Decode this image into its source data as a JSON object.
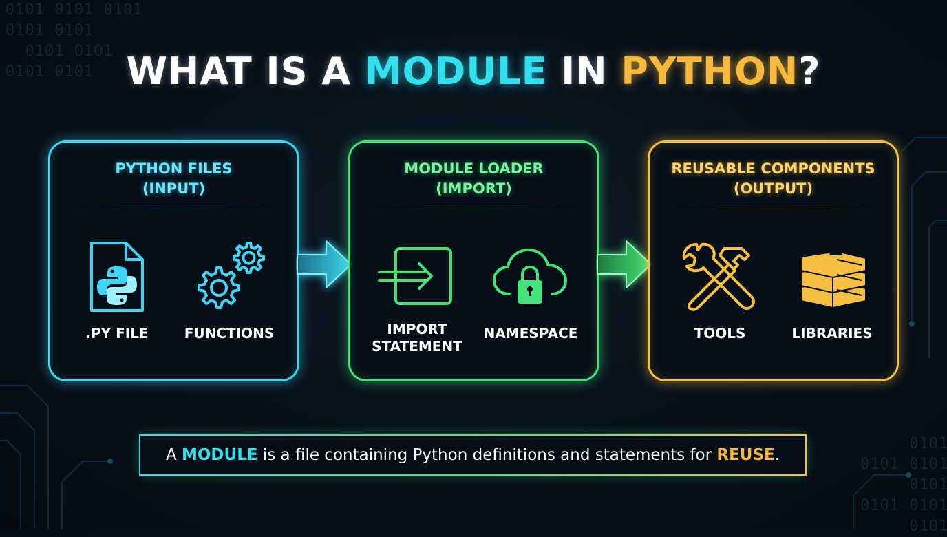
{
  "title": {
    "part1": "WHAT IS A ",
    "highlight1": "MODULE",
    "part2": " IN ",
    "highlight2": "PYTHON",
    "part3": "?"
  },
  "panels": [
    {
      "heading_line1": "PYTHON FILES",
      "heading_line2": "(INPUT)",
      "color": "#3fd6f5",
      "items": [
        {
          "label": ".PY FILE",
          "icon": "python-file-icon"
        },
        {
          "label": "FUNCTIONS",
          "icon": "gears-icon"
        }
      ]
    },
    {
      "heading_line1": "MODULE LOADER",
      "heading_line2": "(IMPORT)",
      "color": "#44e37a",
      "items": [
        {
          "label_line1": "IMPORT",
          "label_line2": "STATEMENT",
          "icon": "import-arrow-icon"
        },
        {
          "label": "NAMESPACE",
          "icon": "cloud-lock-icon"
        }
      ]
    },
    {
      "heading_line1": "REUSABLE COMPONENTS",
      "heading_line2": "(OUTPUT)",
      "color": "#f6bf3f",
      "items": [
        {
          "label": "TOOLS",
          "icon": "wrench-hammer-icon"
        },
        {
          "label": "LIBRARIES",
          "icon": "books-icon"
        }
      ]
    }
  ],
  "footer": {
    "part1": "A ",
    "highlight1": "MODULE",
    "part2": " is a file containing Python definitions and statements for ",
    "highlight2": "REUSE",
    "part3": "."
  },
  "background": {
    "binary_top_left": "0101 0101 0101\n0101 0101\n  0101 0101\n0101 0101",
    "binary_bottom_right": "0101\n0101 0101\n0101\n0101 0101\n0101"
  }
}
